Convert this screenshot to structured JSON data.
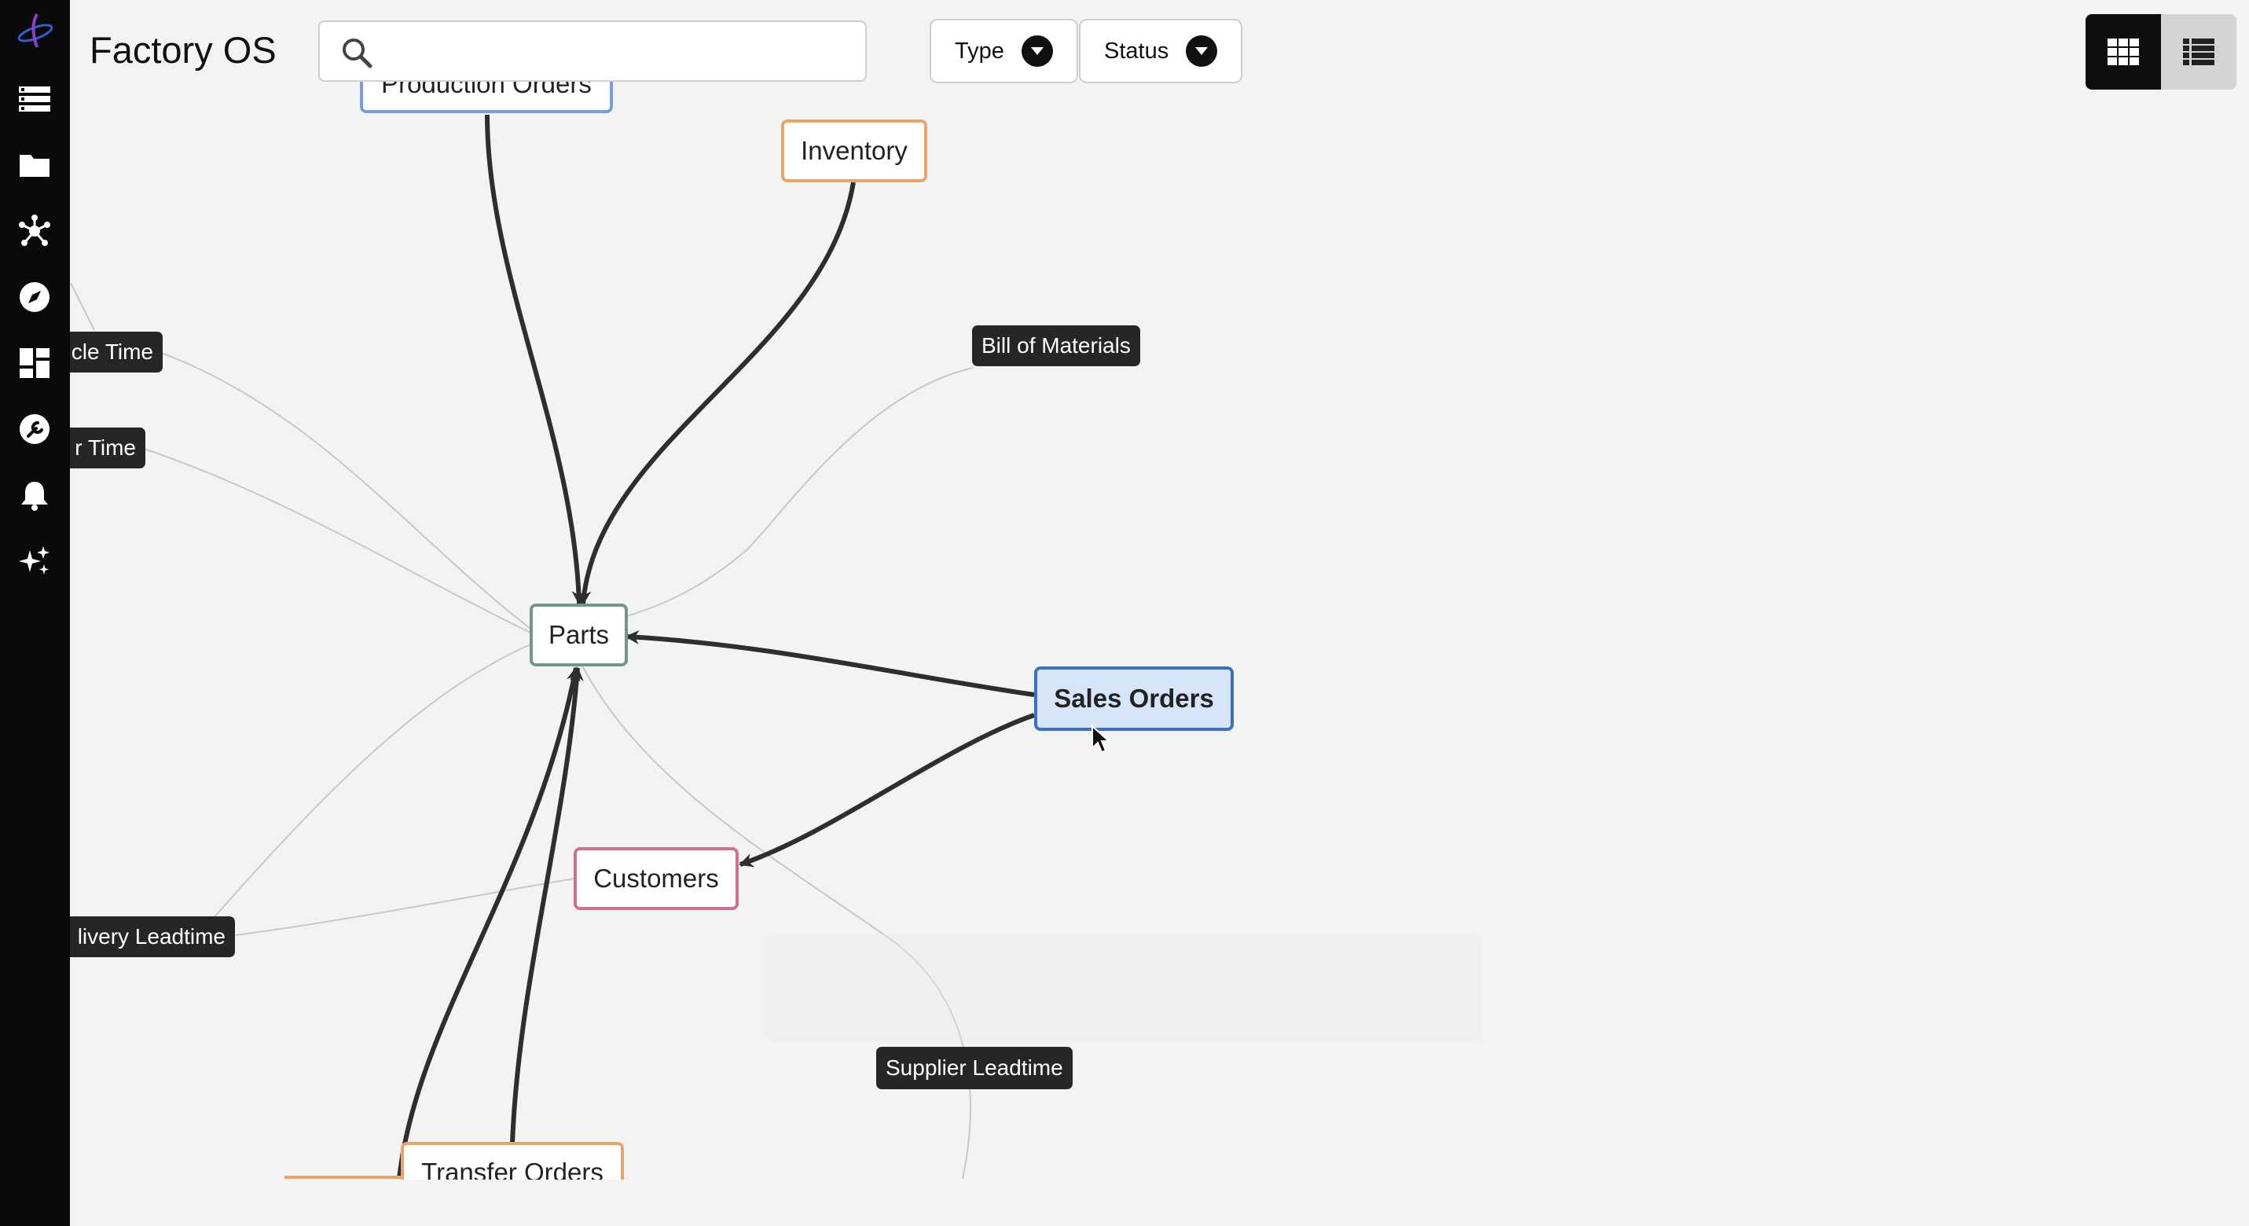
{
  "app": {
    "title": "Factory OS"
  },
  "search": {
    "placeholder": "",
    "value": ""
  },
  "filters": {
    "type_label": "Type",
    "status_label": "Status"
  },
  "view_toggle": {
    "active": "grid",
    "options": [
      "grid",
      "list"
    ]
  },
  "sidebar": {
    "items": [
      {
        "icon": "database-icon"
      },
      {
        "icon": "folder-icon"
      },
      {
        "icon": "network-graph-icon"
      },
      {
        "icon": "compass-icon"
      },
      {
        "icon": "dashboard-icon"
      },
      {
        "icon": "wrench-icon"
      },
      {
        "icon": "bell-icon"
      },
      {
        "icon": "sparkles-icon"
      }
    ]
  },
  "graph": {
    "nodes": {
      "production_orders": "Production Orders",
      "inventory": "Inventory",
      "parts": "Parts",
      "sales_orders": "Sales Orders",
      "customers": "Customers",
      "transfer_orders": "Transfer Orders"
    },
    "tags": {
      "bill_of_materials": "Bill of Materials",
      "cycle_time": "cle Time",
      "labor_time": "r Time",
      "delivery_leadtime": "livery Leadtime",
      "supplier_leadtime": "Supplier Leadtime"
    },
    "colors": {
      "production_orders": "#7a9de0",
      "inventory": "#e8a56b",
      "parts": "#6f978a",
      "sales_orders": "#3c6fc1",
      "customers": "#cf6f95",
      "transfer_orders": "#e8a56b",
      "edge": "#2e2e2e",
      "faint_edge": "#c8c8c8"
    }
  }
}
